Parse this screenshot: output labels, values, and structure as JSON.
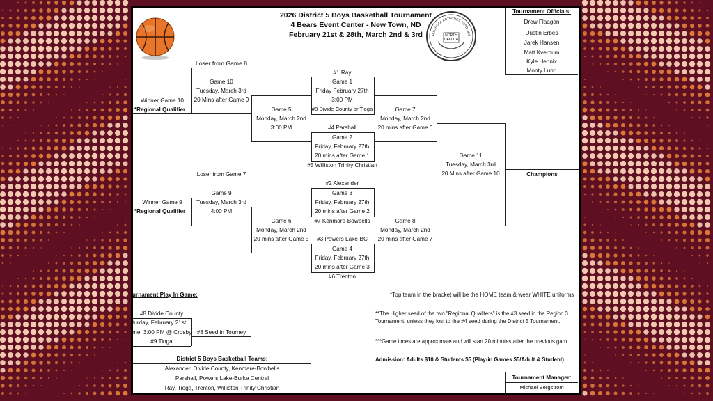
{
  "header": {
    "line1": "2026 District 5 Boys Basketball Tournament",
    "line2": "4 Bears Event Center - New Town, ND",
    "line3": "February 21st & 28th, March 2nd & 3rd"
  },
  "logo": {
    "arc_text": "HIGH SCHOOL ACTIVITIES ASSOCIATION",
    "state_line1": "NORTH",
    "state_line2": "DAKOTA"
  },
  "officials": {
    "title": "Tournament Officials:",
    "names": [
      "Drew Flaagan",
      "Dustin Erbes",
      "Jarek Hansen",
      "Matt Kvernum",
      "Kyle Hennix",
      "Monty Lund"
    ]
  },
  "bracket": {
    "g10": {
      "top": "Loser from Game 8",
      "title": "Game 10",
      "date": "Tuesday, March 3rd",
      "time": "20 Mins after Game 9"
    },
    "w10": {
      "line1": "Winner Game 10",
      "line2": "*Regional Qualifier"
    },
    "g9": {
      "top": "Loser from Game 7",
      "title": "Game 9",
      "date": "Tuesday, March 3rd",
      "time": "4:00 PM"
    },
    "w9": {
      "line1": "Winner Game 9",
      "line2": "*Regional Qualifier"
    },
    "g1": {
      "seed_top": "#1 Ray",
      "title": "Game 1",
      "date": "Friday February 27th",
      "time": "3:00 PM",
      "seed_bottom": "#8 Divide County or Tioga"
    },
    "g2": {
      "seed_top": "#4 Parshall",
      "title": "Game 2",
      "date": "Friday, February 27th",
      "time": "20 mins after Game 1",
      "seed_bottom": "#5 Williston Trinity Christian"
    },
    "g3": {
      "seed_top": "#2 Alexander",
      "title": "Game 3",
      "date": "Friday, February 27th",
      "time": "20 mins after Game 2",
      "seed_bottom": "#7 Kenmare-Bowbells"
    },
    "g4": {
      "seed_top": "#3 Powers Lake-BC",
      "title": "Game 4",
      "date": "Friday, February 27th",
      "time": "20 mins after Game 3",
      "seed_bottom": "#6 Trenton"
    },
    "g5": {
      "title": "Game 5",
      "date": "Monday, March 2nd",
      "time": "3:00 PM"
    },
    "g6": {
      "title": "Game 6",
      "date": "Monday, March 2nd",
      "time": "20 mins after Game 5"
    },
    "g7": {
      "title": "Game 7",
      "date": "Monday, March 2nd",
      "time": "20 mins after Game 6"
    },
    "g8": {
      "title": "Game 8",
      "date": "Monday, March 2nd",
      "time": "20 mins after Game 7"
    },
    "g11": {
      "title": "Game 11",
      "date": "Tuesday, March 3rd",
      "time": "20 Mins after Game 10"
    },
    "champions": "Champions"
  },
  "playin": {
    "title": "urnament Play In Game:",
    "seed_top": "#8 Divide County",
    "date": "turday, February 21st",
    "time": "me: 3:00 PM @ Crosby",
    "seed_bottom": "#9 Tioga",
    "result": "#8 Seed in Tourney"
  },
  "notes": {
    "n1": "*Top team in the bracket will be the HOME team & wear WHITE uniforms",
    "n2a": "**The Higher seed of the two \"Regional Qualifers\" is the #3 seed in the Region 3",
    "n2b": "Tournament, unless they lost to the #4 seed during the District 5 Tournament.",
    "n3": "***Game times are approximate and will start 20 minutes after the previous gam",
    "admission": "Admission: Adults $10 & Students $5 (Play-in Games $5/Adult & Student)"
  },
  "teams": {
    "title": "District 5 Boys Basketball Teams:",
    "line1": "Alexander, Divide County, Kenmare-Bowbells",
    "line2": "Parshall, Powers Lake-Burke Central",
    "line3": "Ray, Tioga, Trenton, Williston Trinity Christian"
  },
  "manager": {
    "title": "Tournament Manager:",
    "name": "Michael Bergstrom"
  },
  "colors": {
    "background": "#5e1022",
    "dot_orange": "#e8833a",
    "dot_light": "#f3c9b0",
    "ball": "#e8752a"
  }
}
